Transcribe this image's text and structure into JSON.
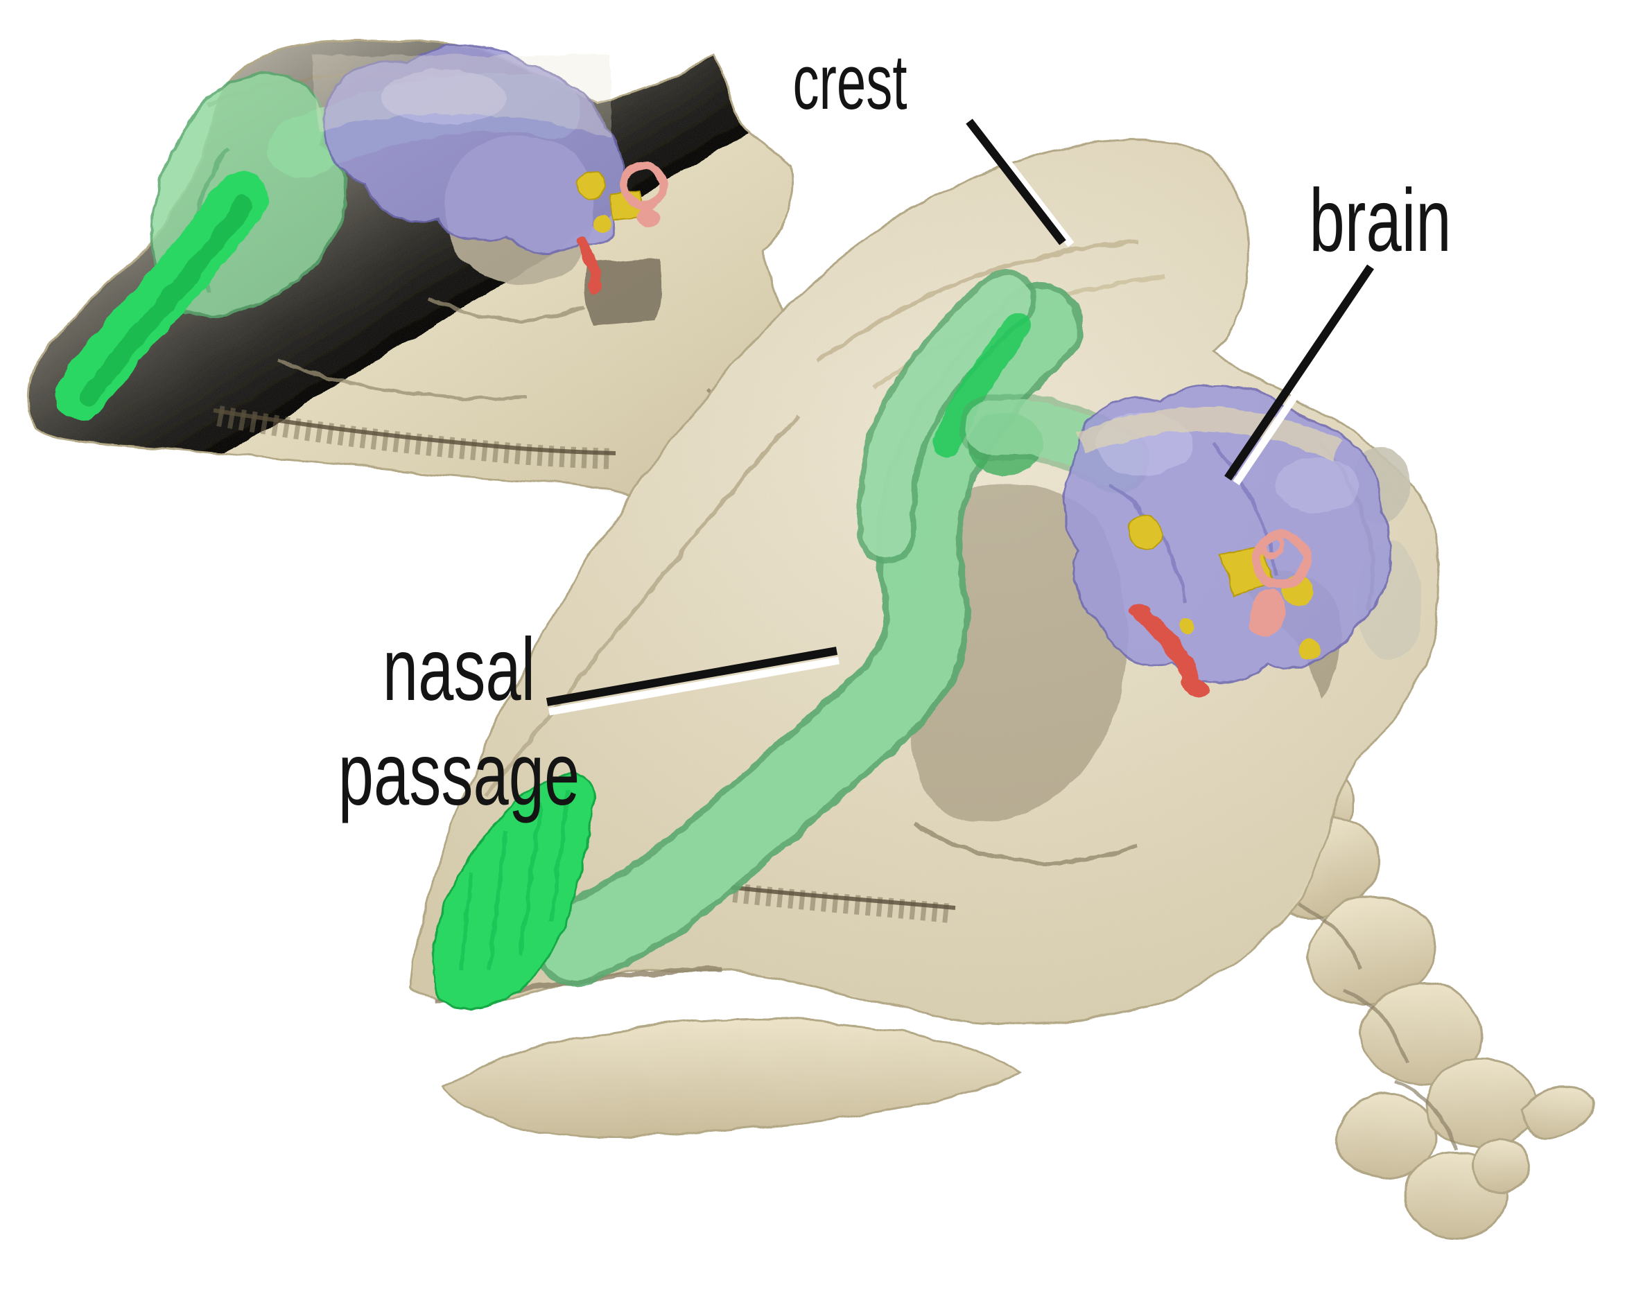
{
  "figure": {
    "kind": "3D CT reconstruction figure",
    "scene": "Two semi-transparent lambeosaurine dinosaur skulls with colored internal endocasts on a white background",
    "views": [
      {
        "name": "juvenile skull with small crest",
        "position": "upper left"
      },
      {
        "name": "adult skull with large tubular crest and neck vertebrae",
        "position": "right"
      }
    ]
  },
  "labels": {
    "crest": "crest",
    "brain": "brain",
    "nasal_line1": "nasal",
    "nasal_line2": "passage"
  },
  "colors": {
    "background": "#ffffff",
    "bone_light": "#f2ecd9",
    "bone_mid": "#e4dbbd",
    "bone_shadow": "#b5aa8a",
    "crevice": "#6e6450",
    "nasal_passage_bright": "#2bd763",
    "nasal_passage_translucent": "#93d9a2",
    "nasal_passage_outline": "#55a76d",
    "brain_endocast": "#9e9ad8",
    "brain_outline": "#6f6ab2",
    "inner_ear_yellow": "#ddc22a",
    "inner_ear_pink": "#e89e95",
    "stapes_red": "#dc5246",
    "cut_surface_grey": "#b8af99",
    "label_text": "#141414",
    "leader_line": "#111111"
  },
  "legend": [
    {
      "label": "crest",
      "points_to": "hollow bony crest"
    },
    {
      "label": "brain",
      "points_to": "purple brain endocast"
    },
    {
      "label": "nasal passage",
      "points_to": "green looping nasal passage endocast"
    }
  ]
}
